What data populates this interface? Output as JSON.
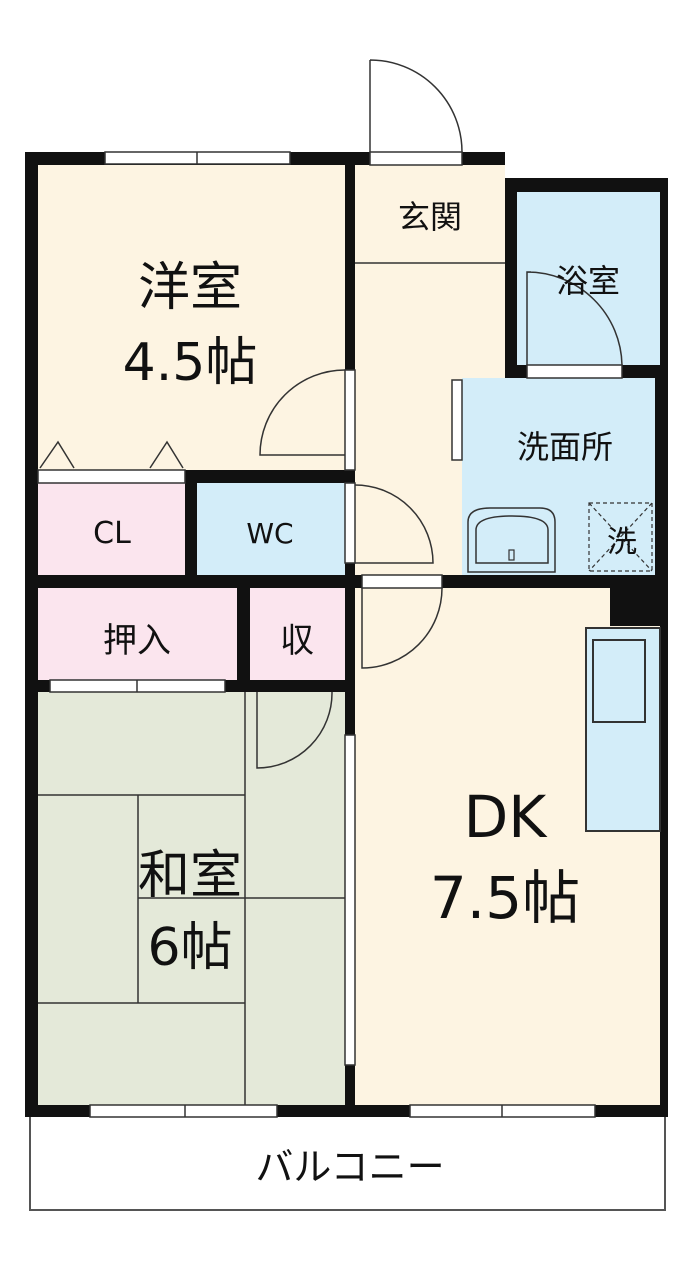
{
  "rooms": {
    "western": {
      "name": "洋室",
      "size": "4.5帖"
    },
    "closet": {
      "name": "CL"
    },
    "wc": {
      "name": "WC"
    },
    "entrance": {
      "name": "玄関"
    },
    "bath": {
      "name": "浴室"
    },
    "washroom": {
      "name": "洗面所"
    },
    "washer": {
      "name": "洗"
    },
    "oshiire": {
      "name": "押入"
    },
    "storage": {
      "name": "収"
    },
    "japanese": {
      "name": "和室",
      "size": "6帖"
    },
    "dk": {
      "name": "DK",
      "size": "7.5帖"
    },
    "balcony": {
      "name": "バルコニー"
    }
  },
  "colors": {
    "floor": "#fdf4e2",
    "wet": "#d3edf9",
    "storage": "#fbe5ee",
    "tatami": "#e4e9d9",
    "wall": "#111111"
  }
}
